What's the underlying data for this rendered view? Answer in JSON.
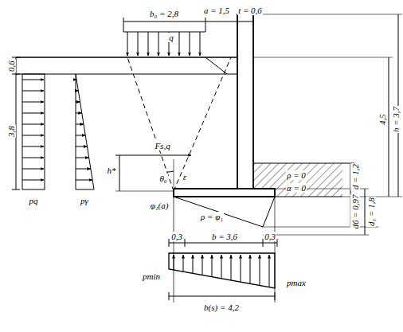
{
  "diagram": {
    "labels": [
      "b₀ = 2,8",
      "a = 1,5",
      "t = 0,6",
      "q",
      "0,6",
      "3,8",
      "4,5",
      "h = 3,7",
      "pq",
      "pγ",
      "Fs,q",
      "h*",
      "θ₀",
      "ε",
      "φ₁(a)",
      "ρ = φ₁",
      "ρ = 0",
      "α = 0",
      "d = 1,2",
      "dб = 0,97",
      "d₁ = 1,8",
      "0,3",
      "b = 3,6",
      "0,3",
      "pmin",
      "pmax",
      "b(s) = 4,2"
    ]
  }
}
